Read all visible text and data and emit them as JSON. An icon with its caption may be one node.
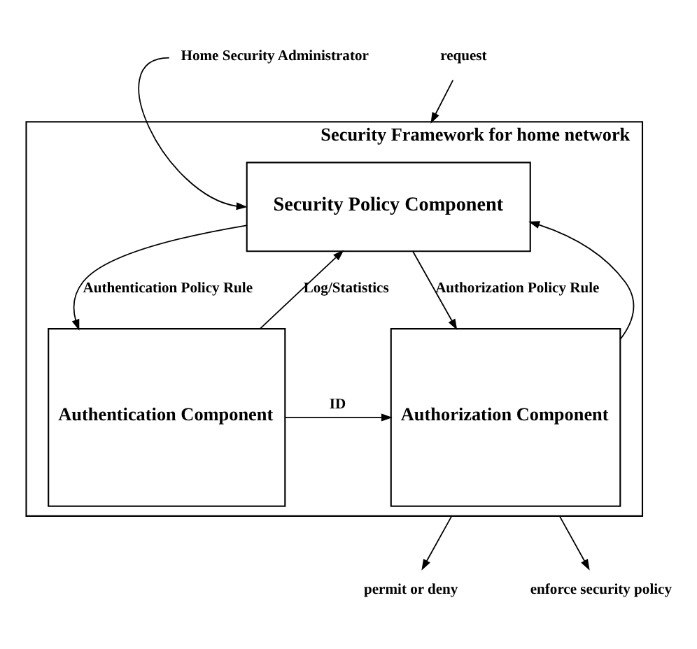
{
  "diagram": {
    "nodes": [
      {
        "text": [
          "Security Framework for home network"
        ]
      },
      {
        "text": [
          "Home Security Administrator"
        ]
      },
      {
        "text": [
          "Security Policy Component"
        ],
        "in": 0
      },
      {
        "text": [
          "Authentication Component"
        ],
        "in": 0
      },
      {
        "text": [
          "Authorization Component"
        ],
        "in": 0
      },
      {
        "text": [
          "request"
        ]
      },
      {
        "text": [
          "permit or deny"
        ]
      },
      {
        "text": [
          "enforce security policy"
        ]
      }
    ],
    "edges": [
      {
        "from": 1,
        "to": 2,
        "arrow": "to"
      },
      {
        "from": 2,
        "to": 3,
        "arrow": "to",
        "label": "Authentication Policy Rule"
      },
      {
        "from": 3,
        "to": 2,
        "arrow": "to",
        "label": "Log/Statistics"
      },
      {
        "from": 4,
        "to": 2,
        "arrow": "to"
      },
      {
        "from": 2,
        "to": 4,
        "arrow": "to",
        "label": "Authorization Policy Rule"
      },
      {
        "from": 3,
        "to": 4,
        "arrow": "to",
        "label": "ID"
      },
      {
        "from": 5,
        "to": 0,
        "arrow": "to"
      },
      {
        "from": 0,
        "to": 6,
        "arrow": "to"
      },
      {
        "from": 0,
        "to": 7,
        "arrow": "to"
      }
    ]
  }
}
